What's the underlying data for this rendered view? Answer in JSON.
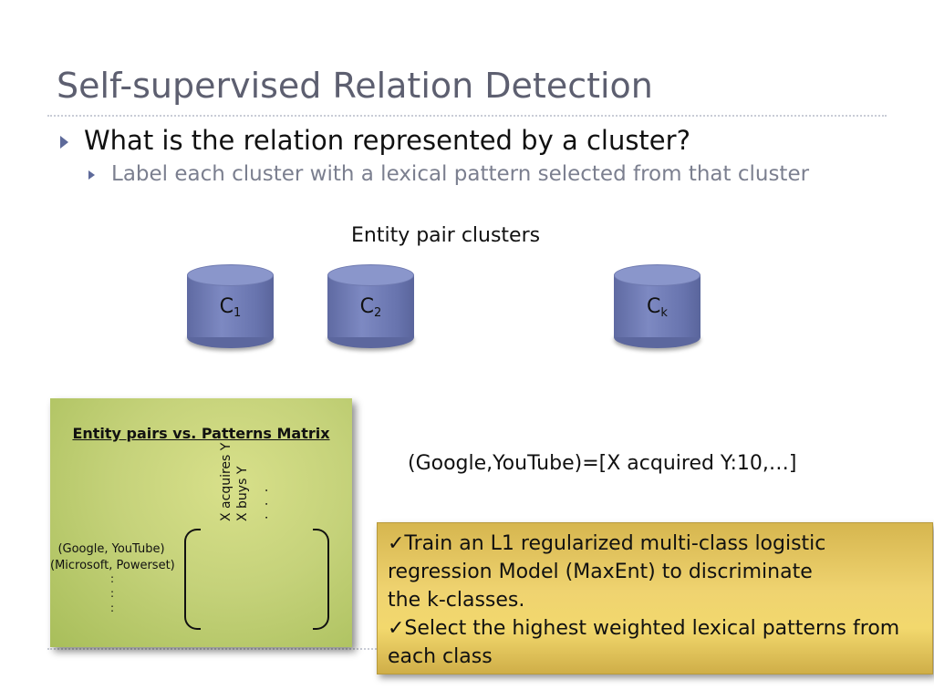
{
  "slide": {
    "title": "Self-supervised Relation Detection",
    "bullets": [
      {
        "text": "What is the relation represented by a cluster?"
      },
      {
        "text": "Label each cluster with a lexical pattern selected from that cluster"
      }
    ]
  },
  "clusters": {
    "label": "Entity pair clusters",
    "items": [
      {
        "letter": "C",
        "sub": "1"
      },
      {
        "letter": "C",
        "sub": "2"
      },
      {
        "letter": "C",
        "sub": "k"
      }
    ]
  },
  "matrix": {
    "title": "Entity pairs vs. Patterns Matrix",
    "columns": [
      "X acquires Y",
      "X buys Y",
      ". . ."
    ],
    "rows": [
      "(Google, YouTube)",
      "(Microsoft, Powerset)"
    ],
    "row_ellipsis": [
      ":",
      ":",
      ":"
    ]
  },
  "example": "(Google,YouTube)=[X acquired Y:10,…]",
  "note": {
    "lines": [
      "✓Train an L1 regularized multi-class logistic",
      "regression Model (MaxEnt) to discriminate",
      "the k-classes.",
      "✓Select the highest weighted lexical patterns from",
      "each class"
    ]
  },
  "colors": {
    "title": "#5d5f70",
    "bullet_arrow": "#5e6a9a",
    "cylinder": "#6e7ab4",
    "matrix_box": "#c5d27a",
    "note_box": "#efd370"
  }
}
